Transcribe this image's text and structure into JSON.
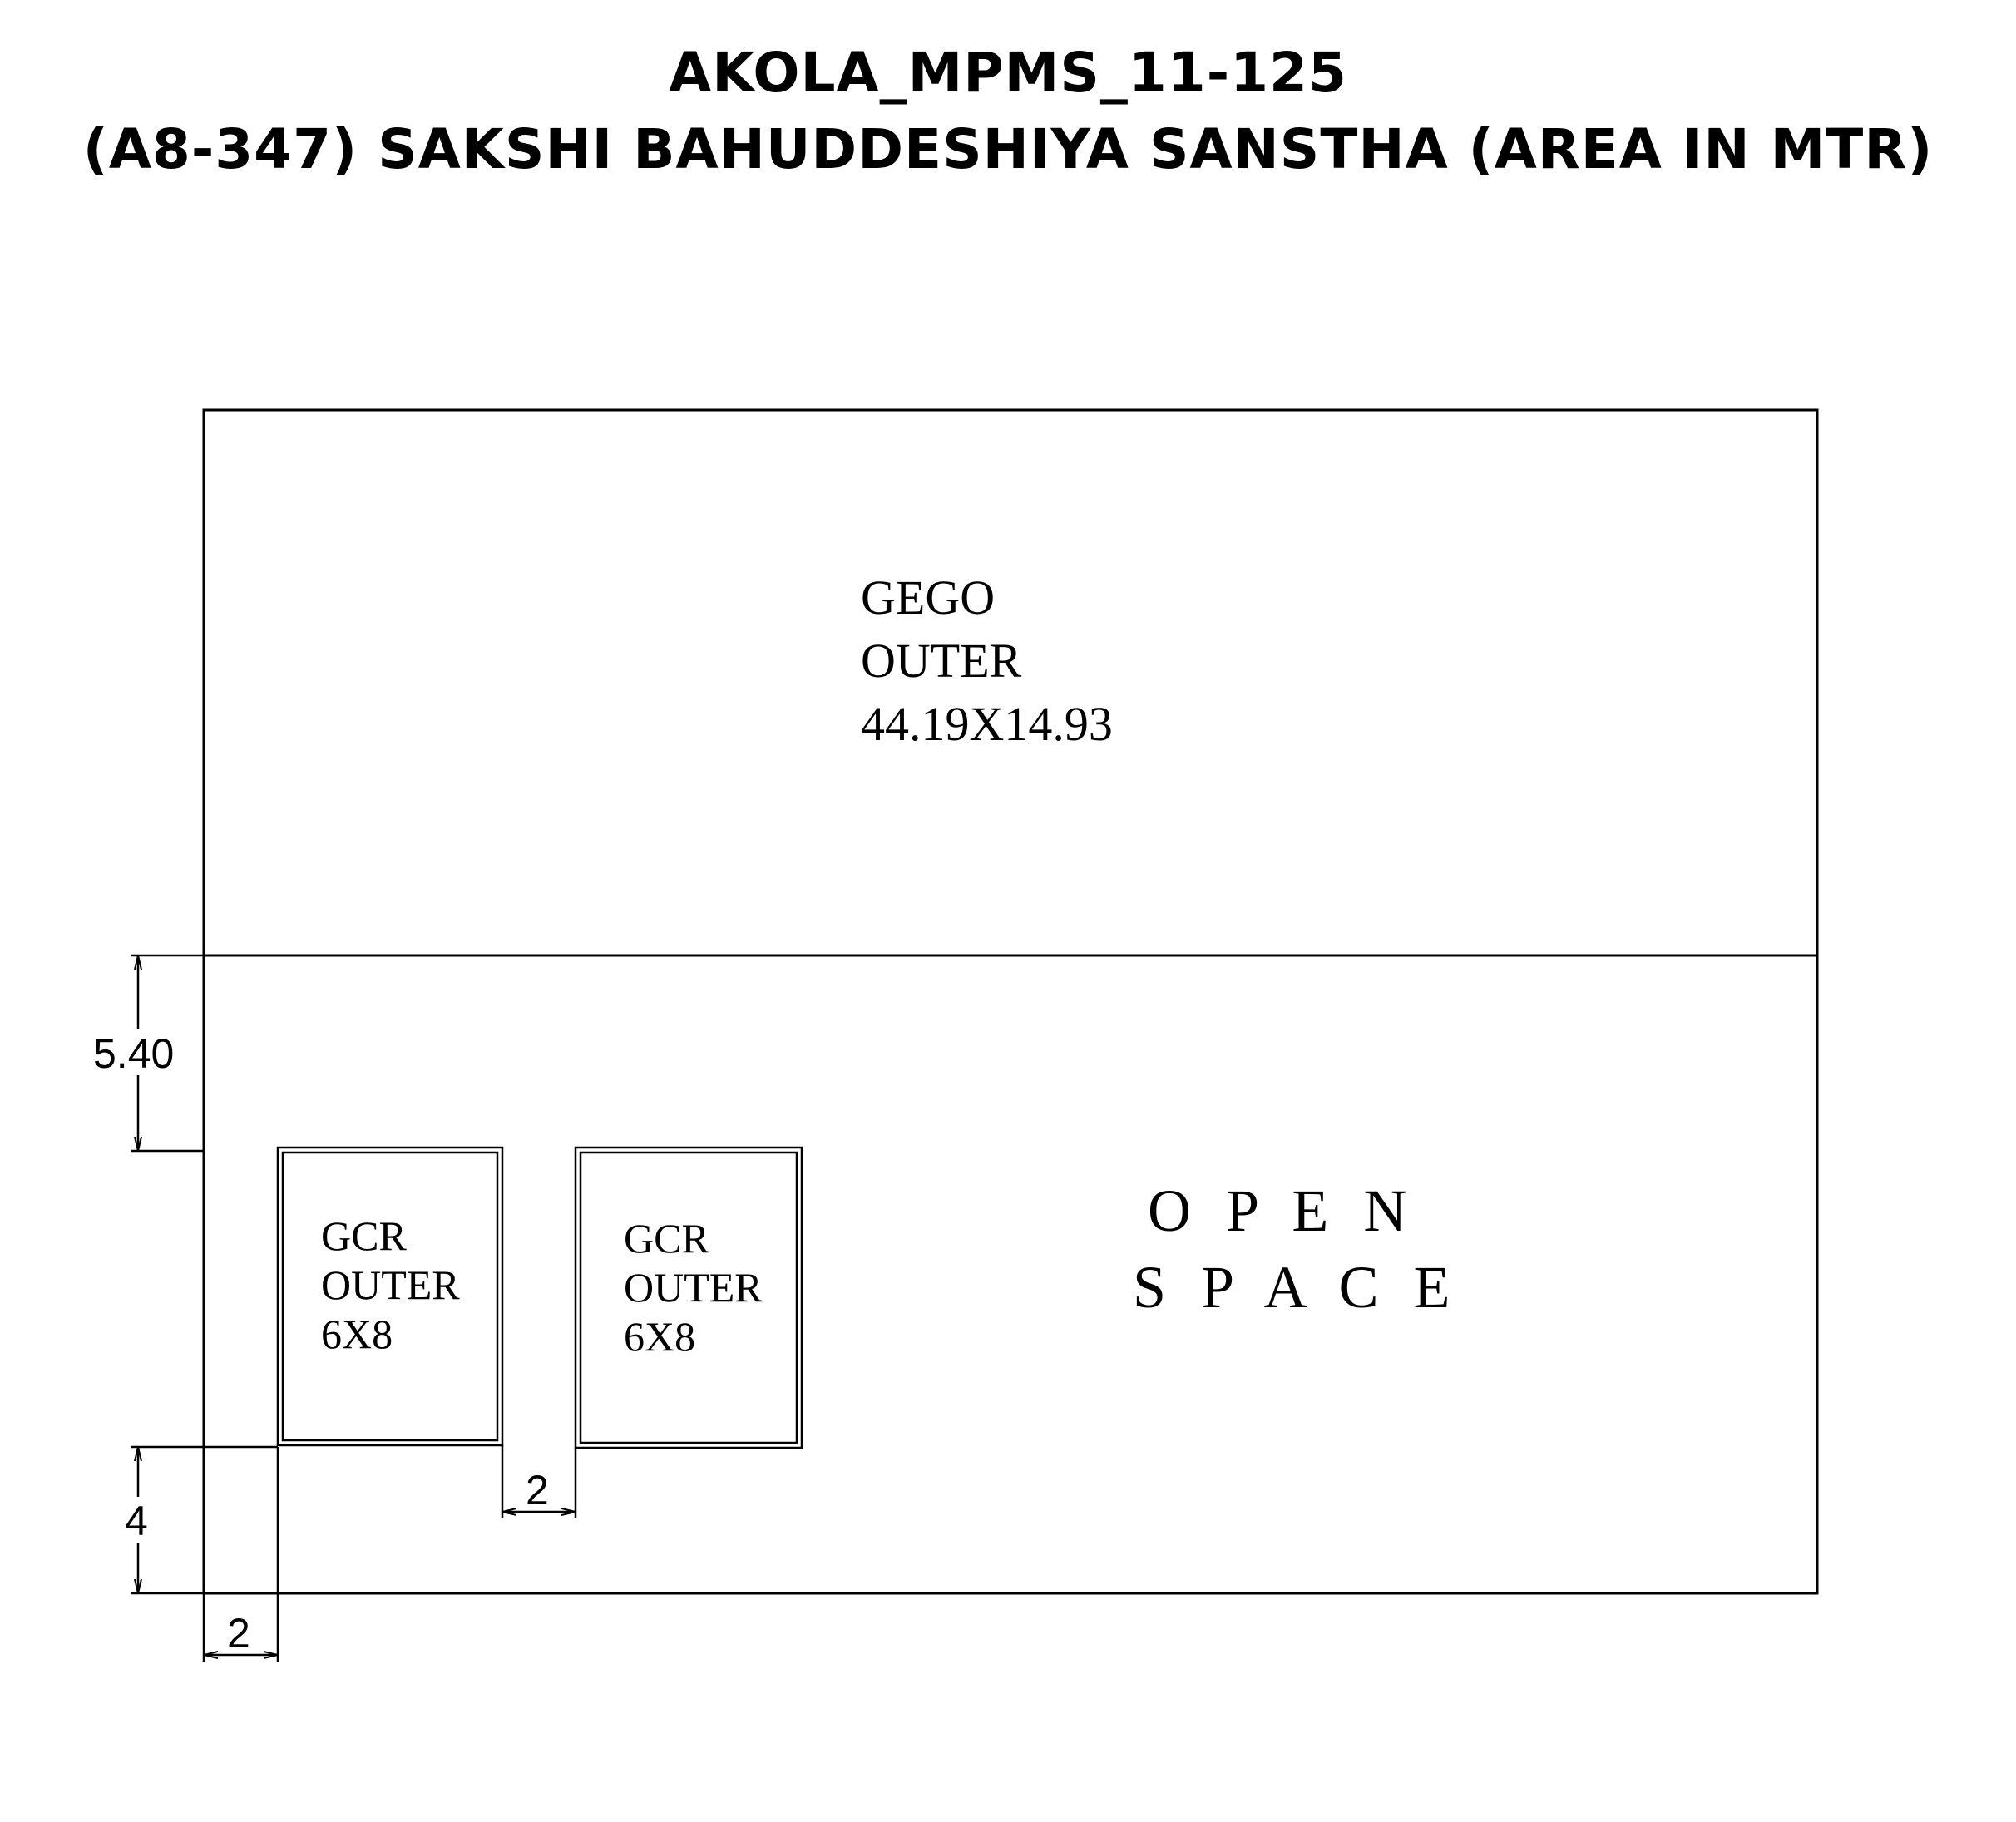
{
  "title": {
    "line1": "AKOLA_MPMS_11-125",
    "line2": "(A8-347) SAKSHI BAHUDDESHIYA SANSTHA (AREA IN MTR)"
  },
  "gego": {
    "line1": "GEGO",
    "line2": "OUTER",
    "line3": "44.19X14.93"
  },
  "gcr_left": {
    "line1": "GCR",
    "line2": "OUTER",
    "line3": "6X8"
  },
  "gcr_right": {
    "line1": "GCR",
    "line2": "OUTER",
    "line3": "6X8"
  },
  "open_space": {
    "line1": "O P E N",
    "line2": "S P A C E"
  },
  "dimensions": {
    "top_gap": "5.40",
    "bottom_gap": "4",
    "between_rooms": "2",
    "left_offset": "2"
  },
  "colors": {
    "line": "#000000",
    "background": "#ffffff"
  }
}
